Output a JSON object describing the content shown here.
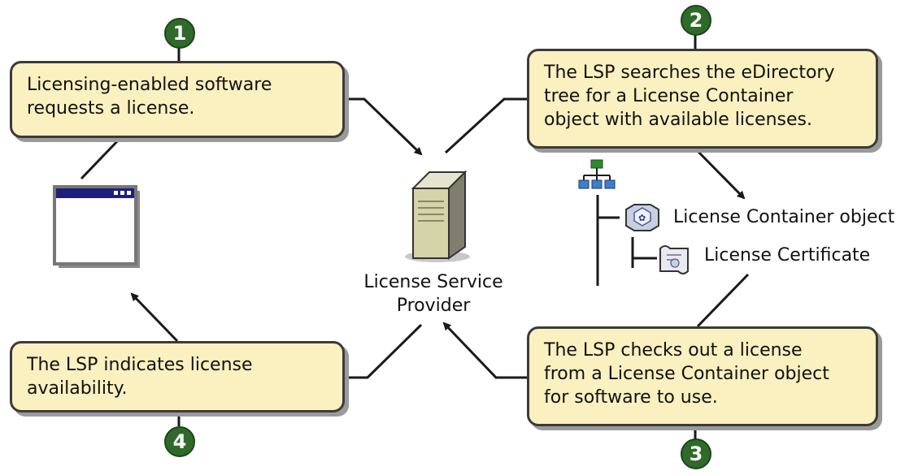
{
  "steps": [
    {
      "number": "1",
      "lines": [
        "Licensing-enabled software",
        "requests a license."
      ]
    },
    {
      "number": "2",
      "lines": [
        "The LSP searches the eDirectory",
        "tree for a License Container",
        "object with available licenses."
      ]
    },
    {
      "number": "3",
      "lines": [
        "The LSP checks out a license",
        "from a License Container object",
        "for software to use."
      ]
    },
    {
      "number": "4",
      "lines": [
        "The LSP indicates license",
        "availability."
      ]
    }
  ],
  "provider": {
    "lines": [
      "License Service",
      "Provider"
    ]
  },
  "tree": {
    "container_label": "License Container object",
    "certificate_label": "License Certificate"
  },
  "icons": {
    "window": "application-window-icon",
    "server": "server-icon",
    "tree": "directory-tree-icon",
    "container": "license-container-icon",
    "certificate": "license-certificate-icon"
  },
  "colors": {
    "box_fill": "#fbf0c0",
    "badge": "#2f6a2b",
    "line": "#1a1a1a"
  }
}
